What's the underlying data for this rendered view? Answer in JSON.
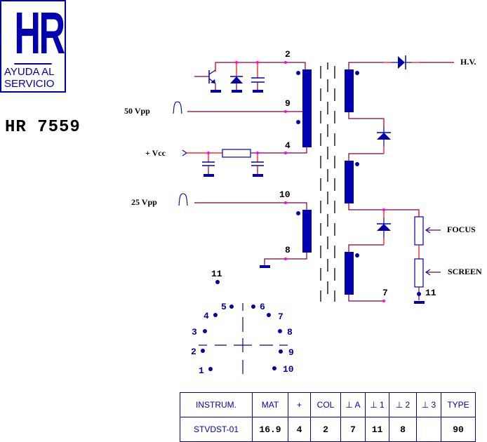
{
  "logo": {
    "mark": "HR",
    "subtitle_line1": "AYUDA AL",
    "subtitle_line2": "SERVICIO"
  },
  "model": "HR 7559",
  "colors": {
    "blue": "#0000b0",
    "wire": "#800040",
    "node": "#ff00ff",
    "lead": "#ff0000"
  },
  "schematic": {
    "inputs": {
      "pulse_50": "50 Vpp",
      "vcc": "+ Vcc",
      "pulse_25": "25 Vpp"
    },
    "outputs": {
      "hv": "H.V.",
      "focus": "FOCUS",
      "screen": "SCREEN"
    },
    "pins": {
      "p2": "2",
      "p9": "9",
      "p4": "4",
      "p10": "10",
      "p8": "8",
      "p7": "7",
      "p11": "11"
    }
  },
  "pinout": {
    "extra_pin": "11",
    "pins": [
      "1",
      "2",
      "3",
      "4",
      "5",
      "6",
      "7",
      "8",
      "9",
      "10"
    ]
  },
  "spec_table": {
    "headers": [
      "INSTRUM.",
      "MAT",
      "+",
      "COL",
      "⊥ A",
      "⊥ 1",
      "⊥ 2",
      "⊥ 3",
      "TYPE"
    ],
    "values": [
      "STVDST-01",
      "16.9",
      "4",
      "2",
      "7",
      "11",
      "8",
      "",
      "90"
    ]
  }
}
